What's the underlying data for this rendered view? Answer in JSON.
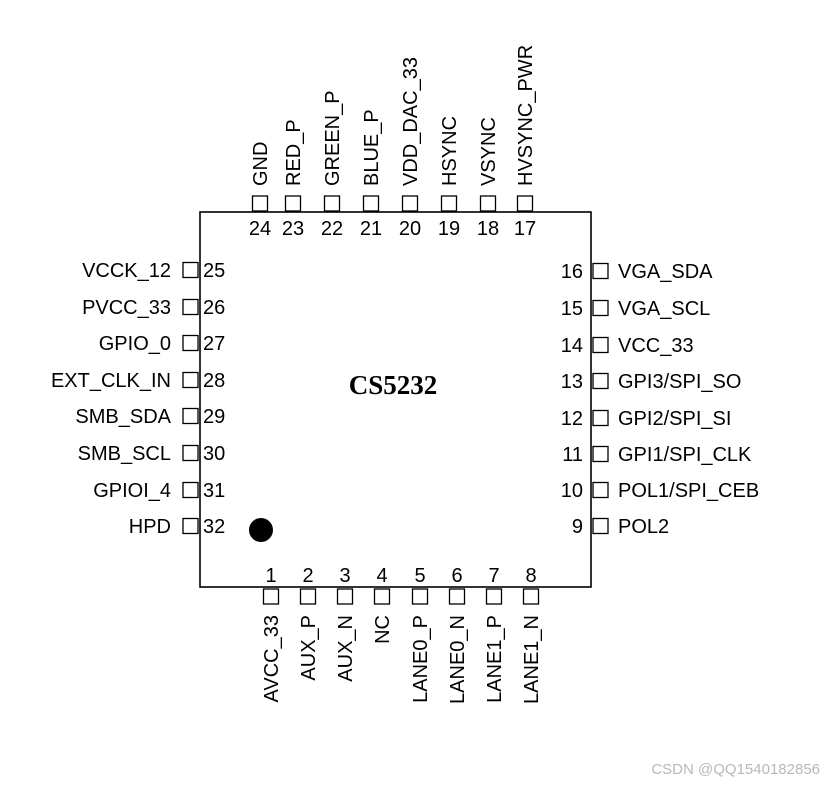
{
  "chip": {
    "name": "CS5232"
  },
  "watermark": "CSDN @QQ1540182856",
  "colors": {
    "ink": "#000000",
    "background": "#ffffff",
    "watermark": "#b8b8b8"
  },
  "pins": {
    "bottom": [
      {
        "num": "1",
        "name": "AVCC_33"
      },
      {
        "num": "2",
        "name": "AUX_P"
      },
      {
        "num": "3",
        "name": "AUX_N"
      },
      {
        "num": "4",
        "name": "NC"
      },
      {
        "num": "5",
        "name": "LANE0_P"
      },
      {
        "num": "6",
        "name": "LANE0_N"
      },
      {
        "num": "7",
        "name": "LANE1_P"
      },
      {
        "num": "8",
        "name": "LANE1_N"
      }
    ],
    "right": [
      {
        "num": "9",
        "name": "POL2"
      },
      {
        "num": "10",
        "name": "POL1/SPI_CEB"
      },
      {
        "num": "11",
        "name": "GPI1/SPI_CLK"
      },
      {
        "num": "12",
        "name": "GPI2/SPI_SI"
      },
      {
        "num": "13",
        "name": "GPI3/SPI_SO"
      },
      {
        "num": "14",
        "name": "VCC_33"
      },
      {
        "num": "15",
        "name": "VGA_SCL"
      },
      {
        "num": "16",
        "name": "VGA_SDA"
      }
    ],
    "top": [
      {
        "num": "17",
        "name": "HVSYNC_PWR"
      },
      {
        "num": "18",
        "name": "VSYNC"
      },
      {
        "num": "19",
        "name": "HSYNC"
      },
      {
        "num": "20",
        "name": "VDD_DAC_33"
      },
      {
        "num": "21",
        "name": "BLUE_P"
      },
      {
        "num": "22",
        "name": "GREEN_P"
      },
      {
        "num": "23",
        "name": "RED_P"
      },
      {
        "num": "24",
        "name": "GND"
      }
    ],
    "left": [
      {
        "num": "25",
        "name": "VCCK_12"
      },
      {
        "num": "26",
        "name": "PVCC_33"
      },
      {
        "num": "27",
        "name": "GPIO_0"
      },
      {
        "num": "28",
        "name": "EXT_CLK_IN"
      },
      {
        "num": "29",
        "name": "SMB_SDA"
      },
      {
        "num": "30",
        "name": "SMB_SCL"
      },
      {
        "num": "31",
        "name": "GPIOI_4"
      },
      {
        "num": "32",
        "name": "HPD"
      }
    ]
  }
}
